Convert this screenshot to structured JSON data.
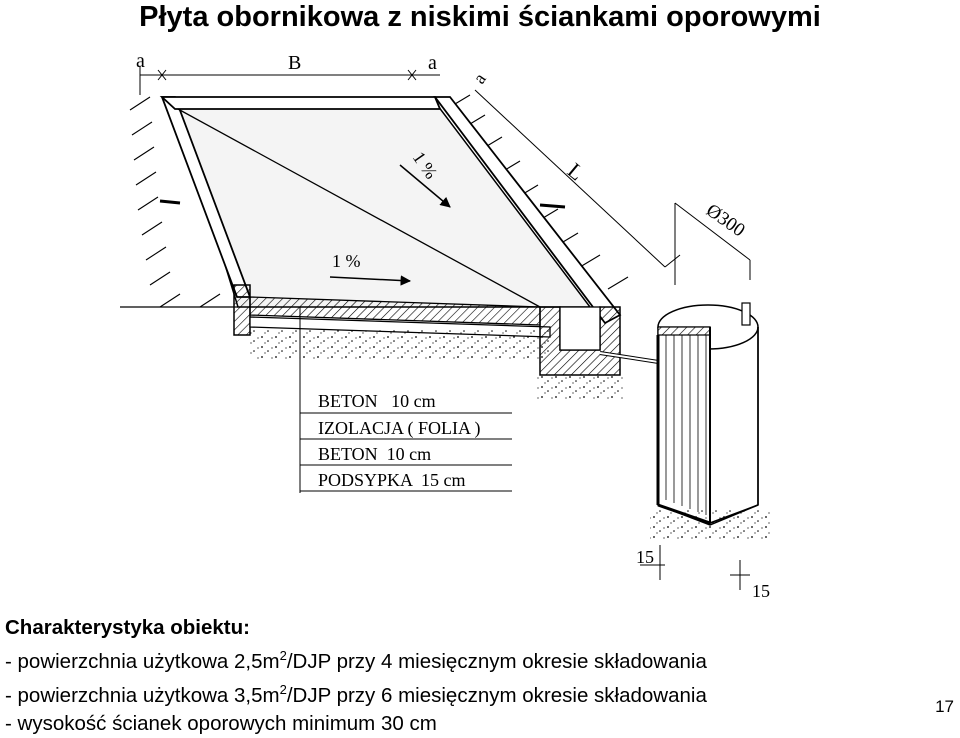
{
  "title": "Płyta obornikowa z niskimi ściankami oporowymi",
  "diagram": {
    "dim_a_left": "a",
    "dim_B": "B",
    "dim_a_right": "a",
    "dim_a_side": "a",
    "dim_L": "L",
    "slope_1": "1 %",
    "slope_2": "1 %",
    "pipe_diameter": "Ø300",
    "dim_15_a": "15",
    "dim_15_b": "15",
    "layers": [
      "BETON   10 cm",
      "IZOLACJA ( FOLIA )",
      "BETON  10 cm",
      "PODSYPKA  15 cm"
    ]
  },
  "info": {
    "heading": "Charakterystyka obiektu:",
    "line1_a": "- powierzchnia użytkowa 2,5m",
    "line1_sup": "2",
    "line1_b": "/DJP przy 4 miesięcznym okresie składowania",
    "line2_a": "- powierzchnia użytkowa 3,5m",
    "line2_sup": "2",
    "line2_b": "/DJP przy 6 miesięcznym okresie składowania",
    "line3": "- wysokość ścianek oporowych minimum 30 cm"
  },
  "page_number": "17"
}
